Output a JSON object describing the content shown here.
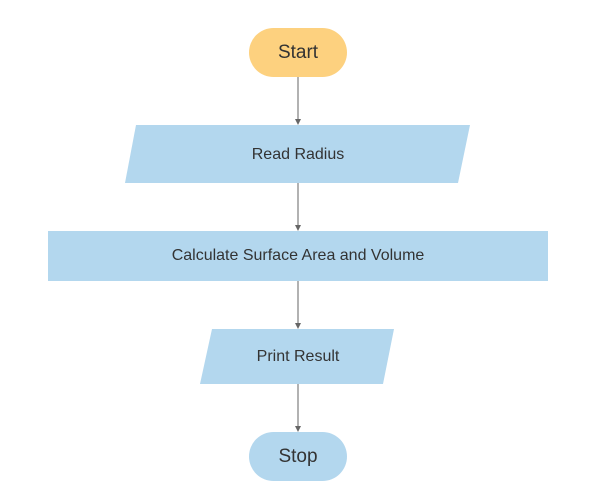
{
  "flowchart": {
    "colors": {
      "terminal_start": "#fdd17f",
      "terminal_stop": "#b3d7ee",
      "process": "#b3d7ee",
      "connector": "#666666",
      "text": "#333333"
    },
    "nodes": [
      {
        "id": "start",
        "shape": "terminal",
        "label": "Start"
      },
      {
        "id": "read-radius",
        "shape": "parallelogram",
        "label": "Read Radius"
      },
      {
        "id": "calculate",
        "shape": "rectangle",
        "label": "Calculate Surface Area and Volume"
      },
      {
        "id": "print-result",
        "shape": "parallelogram",
        "label": "Print Result"
      },
      {
        "id": "stop",
        "shape": "terminal",
        "label": "Stop"
      }
    ],
    "edges": [
      {
        "from": "start",
        "to": "read-radius"
      },
      {
        "from": "read-radius",
        "to": "calculate"
      },
      {
        "from": "calculate",
        "to": "print-result"
      },
      {
        "from": "print-result",
        "to": "stop"
      }
    ]
  }
}
